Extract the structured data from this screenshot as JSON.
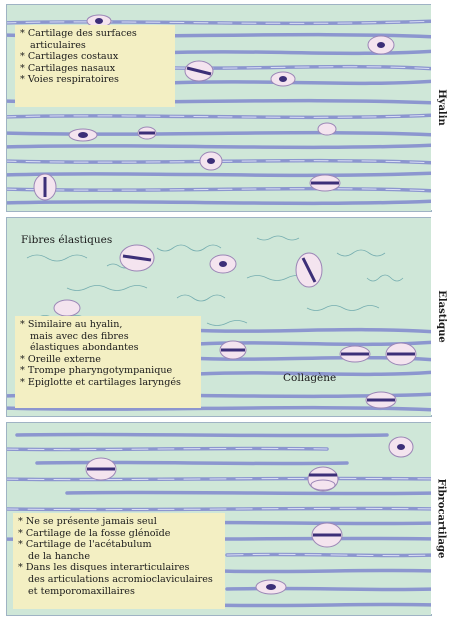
{
  "panels": [
    {
      "side_label": "Hyalin",
      "bullets": [
        "* Cartilage des surfaces",
        "articulaires",
        "* Cartilages costaux",
        "* Cartilages nasaux",
        "* Voies respiratoires"
      ]
    },
    {
      "side_label": "Elastique",
      "labels": {
        "fibers": "Fibres élastiques",
        "collagen": "Collagène"
      },
      "bullets": [
        "* Similaire au hyalin,",
        "mais avec des fibres",
        "élastiques abondantes",
        "* Oreille externe",
        "* Trompe pharyngotympanique",
        "* Epiglotte et cartilages laryngés"
      ]
    },
    {
      "side_label": "Fibrocartilage",
      "bullets": [
        "* Ne se présente jamais seul",
        "* Cartilage de la fosse glénoïde",
        "* Cartilage de l'acétabulum",
        "de la hanche",
        "* Dans les disques interarticulaires",
        "des articulations acromioclaviculaires",
        "et temporomaxillaires"
      ]
    }
  ],
  "colors": {
    "matrix": "#cfe7d8",
    "fiber": "#8c96cf",
    "fiber_highlight": "#d6dbf2",
    "cell": "#f4e4ef",
    "nucleus": "#3c2f78",
    "note": "#f3efc3"
  }
}
